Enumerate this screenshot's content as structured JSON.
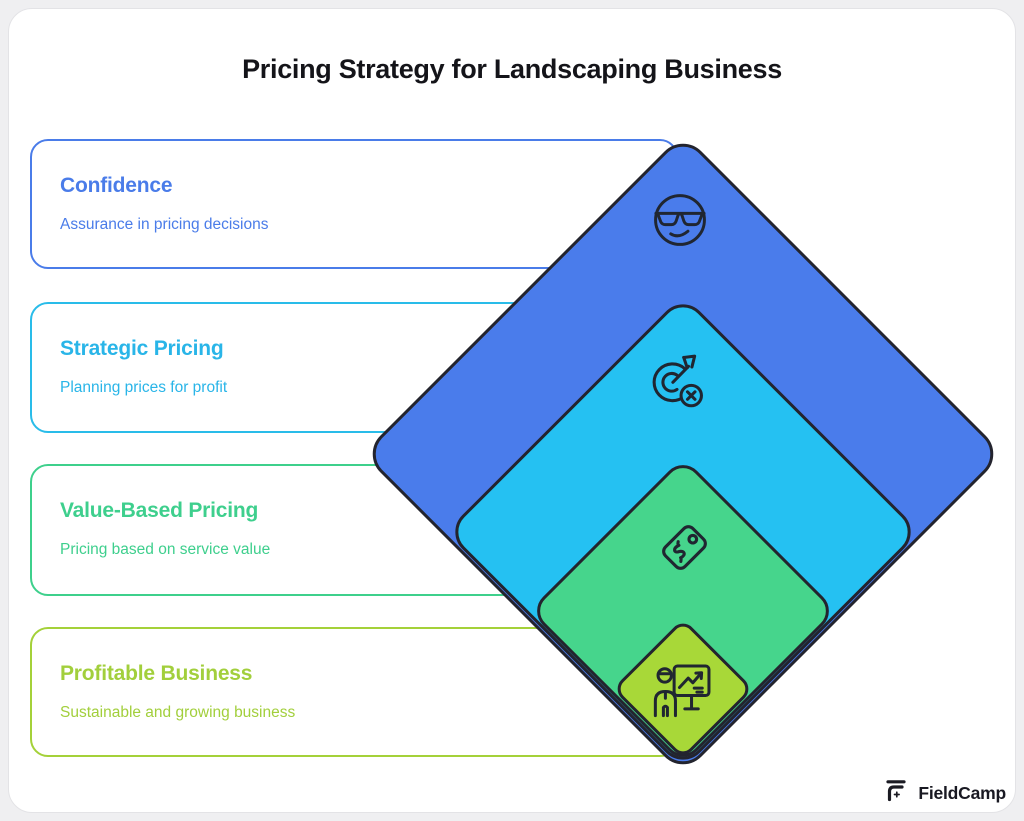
{
  "title": "Pricing Strategy for Landscaping Business",
  "levels": [
    {
      "name": "confidence",
      "title": "Confidence",
      "subtitle": "Assurance in pricing decisions",
      "color": "#4a7ce9",
      "diamond_color": "#4a7ceb",
      "icon": "cool-face-icon"
    },
    {
      "name": "strategic-pricing",
      "title": "Strategic Pricing",
      "subtitle": "Planning prices for profit",
      "color": "#29b5e8",
      "diamond_color": "#25c1f2",
      "icon": "target-dart-icon"
    },
    {
      "name": "value-based-pricing",
      "title": "Value-Based Pricing",
      "subtitle": "Pricing based on service value",
      "color": "#3ecf8d",
      "diamond_color": "#46d58c",
      "icon": "price-tag-icon"
    },
    {
      "name": "profitable-business",
      "title": "Profitable Business",
      "subtitle": "Sustainable and growing business",
      "color": "#a2cf3c",
      "diamond_color": "#a8d838",
      "icon": "presenter-chart-icon"
    }
  ],
  "outline_color": "#23242e",
  "branding": {
    "logo_text": "FieldCamp"
  }
}
